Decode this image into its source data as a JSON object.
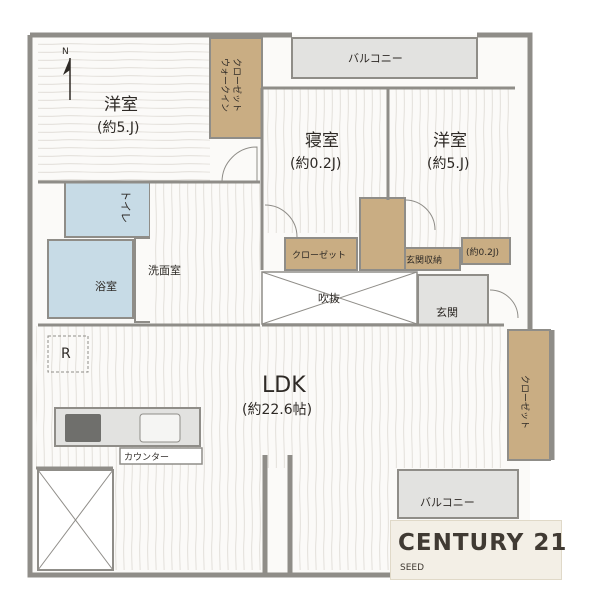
{
  "compass": {
    "north_label": "N"
  },
  "rooms": {
    "western_room_1": {
      "name": "洋室",
      "size": "(約5.J)"
    },
    "walk_in_closet": {
      "name_line1": "ウォークイン",
      "name_line2": "クローゼット"
    },
    "bedroom": {
      "name": "寝室",
      "size": "(約0.2J)"
    },
    "western_room_2": {
      "name": "洋室",
      "size": "(約5.J)"
    },
    "balcony_top": {
      "name": "バルコニー"
    },
    "toilet": {
      "name": "トイレ"
    },
    "bath": {
      "name": "浴室"
    },
    "washroom": {
      "name": "洗面室"
    },
    "closet_bedroom": {
      "name": "クローゼット"
    },
    "entrance_storage": {
      "name": "玄関収納"
    },
    "small_storage": {
      "name": "(約0.2J)"
    },
    "void": {
      "name": "吹抜"
    },
    "entrance": {
      "name": "玄関"
    },
    "ldk": {
      "name": "LDK",
      "size": "(約22.6帖)"
    },
    "closet_ldk": {
      "name": "クローゼット"
    },
    "counter": {
      "name": "カウンター"
    },
    "balcony_bottom": {
      "name": "バルコニー"
    },
    "refrigerator": {
      "symbol": "R"
    }
  },
  "logo": {
    "title": "CENTURY 21",
    "subtitle": "SEED"
  },
  "colors": {
    "wall": "#8f8d88",
    "floor": "#fbfaf8",
    "wood_line": "#d9d5ce",
    "closet_fill": "#c9ad83",
    "tile_blue": "#c7dbe6",
    "balcony_gray": "#e2e2e0"
  }
}
